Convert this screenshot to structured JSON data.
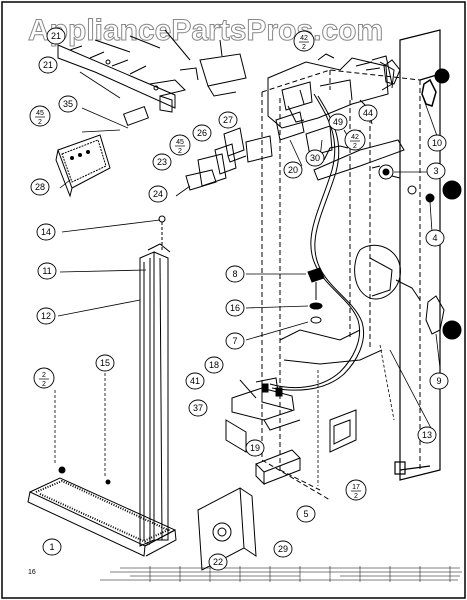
{
  "watermark": "AppliancePartsPros.com",
  "page_mark": "16",
  "callouts": [
    {
      "id": "c21a",
      "label": "21"
    },
    {
      "id": "c21b",
      "label": "21"
    },
    {
      "id": "c45a",
      "label": "45",
      "sub": "2"
    },
    {
      "id": "c35",
      "label": "35"
    },
    {
      "id": "c28",
      "label": "28"
    },
    {
      "id": "c27",
      "label": "27"
    },
    {
      "id": "c26",
      "label": "26"
    },
    {
      "id": "c45b",
      "label": "45",
      "sub": "2"
    },
    {
      "id": "c23",
      "label": "23"
    },
    {
      "id": "c24",
      "label": "24"
    },
    {
      "id": "c20",
      "label": "20"
    },
    {
      "id": "c30",
      "label": "30"
    },
    {
      "id": "c42a",
      "label": "42",
      "sub": "2"
    },
    {
      "id": "c42b",
      "label": "42",
      "sub": "2"
    },
    {
      "id": "c49",
      "label": "49"
    },
    {
      "id": "c44",
      "label": "44"
    },
    {
      "id": "c10",
      "label": "10"
    },
    {
      "id": "c3",
      "label": "3"
    },
    {
      "id": "c4",
      "label": "4"
    },
    {
      "id": "c14",
      "label": "14"
    },
    {
      "id": "c11",
      "label": "11"
    },
    {
      "id": "c12",
      "label": "12"
    },
    {
      "id": "c8",
      "label": "8"
    },
    {
      "id": "c16",
      "label": "16"
    },
    {
      "id": "c7",
      "label": "7"
    },
    {
      "id": "c9",
      "label": "9"
    },
    {
      "id": "c2",
      "label": "2",
      "sub": "2"
    },
    {
      "id": "c15",
      "label": "15"
    },
    {
      "id": "c18",
      "label": "18"
    },
    {
      "id": "c41",
      "label": "41"
    },
    {
      "id": "c37",
      "label": "37"
    },
    {
      "id": "c19",
      "label": "19"
    },
    {
      "id": "c13",
      "label": "13"
    },
    {
      "id": "c17",
      "label": "17",
      "sub": "2"
    },
    {
      "id": "c5",
      "label": "5"
    },
    {
      "id": "c1",
      "label": "1"
    },
    {
      "id": "c22",
      "label": "22"
    },
    {
      "id": "c29",
      "label": "29"
    }
  ]
}
